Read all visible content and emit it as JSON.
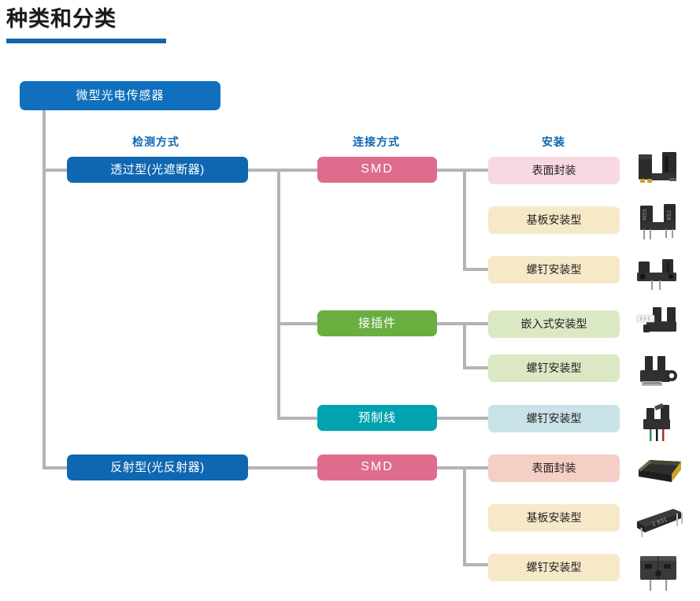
{
  "page": {
    "title": "种类和分类",
    "accent_color": "#1464aa",
    "line_color": "#b4b4b4"
  },
  "root": {
    "label": "微型光电传感器",
    "color": "#1070bd"
  },
  "column_headers": [
    {
      "label": "检测方式",
      "color": "#0f67b1"
    },
    {
      "label": "连接方式",
      "color": "#0f67b1"
    },
    {
      "label": "安装",
      "color": "#0f67b1"
    }
  ],
  "branches": [
    {
      "type_label": "透过型(光遮断器)",
      "type_color": "#0f67b1",
      "connections": [
        {
          "label": "SMD",
          "color": "#de6c8c",
          "mounts": [
            {
              "label": "表面封装",
              "color": "#f8d9e2",
              "image": "photo-interrupter-smd"
            },
            {
              "label": "基板安装型",
              "color": "#f6e9c8",
              "image": "photo-interrupter-through-hole"
            },
            {
              "label": "螺钉安装型",
              "color": "#f6e9c8",
              "image": "photo-interrupter-screw"
            }
          ]
        },
        {
          "label": "接插件",
          "color": "#6aae40",
          "mounts": [
            {
              "label": "嵌入式安装型",
              "color": "#dbe8c4",
              "image": "photo-interrupter-connector-embedded"
            },
            {
              "label": "螺钉安装型",
              "color": "#dbe8c4",
              "image": "photo-interrupter-connector-screw"
            }
          ]
        },
        {
          "label": "预制线",
          "color": "#02a3b0",
          "mounts": [
            {
              "label": "螺钉安装型",
              "color": "#c9e3e8",
              "image": "photo-interrupter-cable-screw"
            }
          ]
        }
      ]
    },
    {
      "type_label": "反射型(光反射器)",
      "type_color": "#0f67b1",
      "connections": [
        {
          "label": "SMD",
          "color": "#de6c8c",
          "mounts": [
            {
              "label": "表面封装",
              "color": "#f5cfc5",
              "image": "photo-reflector-smd"
            },
            {
              "label": "基板安装型",
              "color": "#f6e9c8",
              "image": "photo-reflector-through-hole"
            },
            {
              "label": "螺钉安装型",
              "color": "#f6e9c8",
              "image": "photo-reflector-screw"
            }
          ]
        }
      ]
    }
  ]
}
